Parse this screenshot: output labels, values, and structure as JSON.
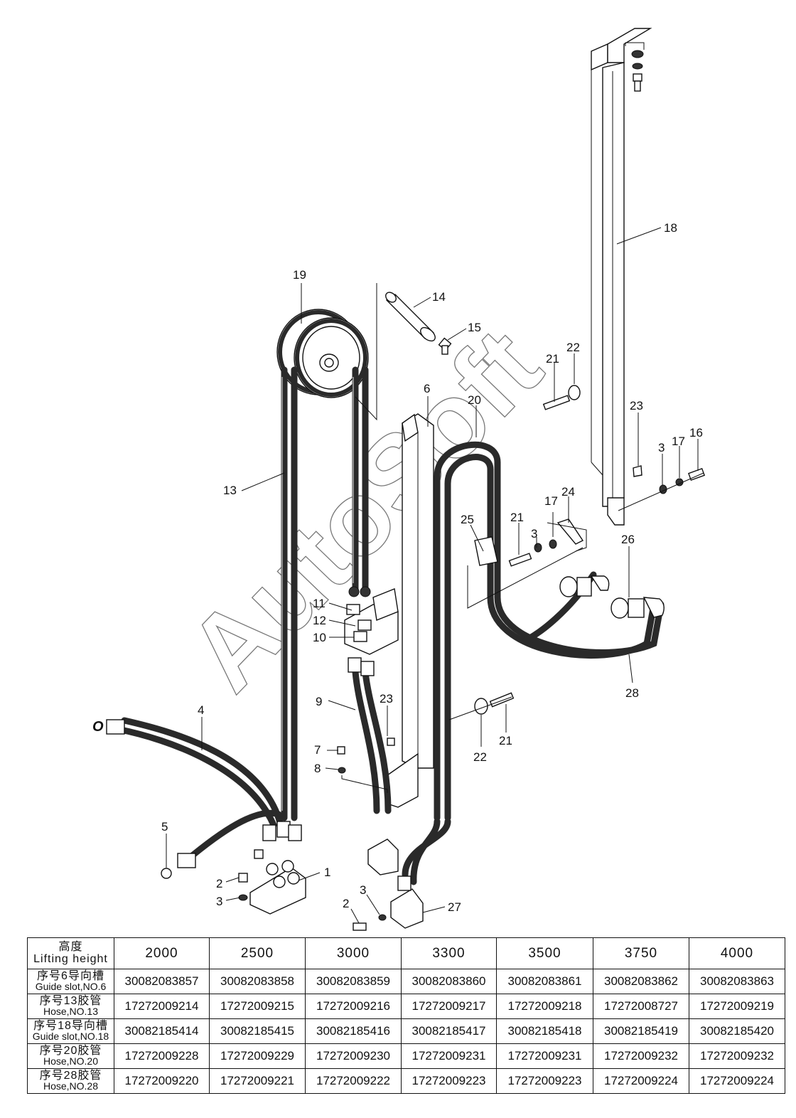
{
  "watermark": "AutoSoft",
  "callouts": [
    "1",
    "2",
    "2",
    "3",
    "3",
    "3",
    "3",
    "4",
    "5",
    "6",
    "7",
    "8",
    "9",
    "10",
    "11",
    "12",
    "13",
    "14",
    "15",
    "16",
    "17",
    "17",
    "18",
    "19",
    "20",
    "21",
    "21",
    "21",
    "22",
    "22",
    "23",
    "23",
    "24",
    "25",
    "26",
    "27",
    "28"
  ],
  "fitting_mark": "O",
  "table": {
    "header": {
      "label_cn": "高度",
      "label_en": "Lifting height",
      "heights": [
        "2000",
        "2500",
        "3000",
        "3300",
        "3500",
        "3750",
        "4000"
      ]
    },
    "rows": [
      {
        "label_cn": "序号6导向槽",
        "label_en": "Guide slot,NO.6",
        "values": [
          "30082083857",
          "30082083858",
          "30082083859",
          "30082083860",
          "30082083861",
          "30082083862",
          "30082083863"
        ]
      },
      {
        "label_cn": "序号13胶管",
        "label_en": "Hose,NO.13",
        "values": [
          "17272009214",
          "17272009215",
          "17272009216",
          "17272009217",
          "17272009218",
          "17272008727",
          "17272009219"
        ]
      },
      {
        "label_cn": "序号18导向槽",
        "label_en": "Guide slot,NO.18",
        "values": [
          "30082185414",
          "30082185415",
          "30082185416",
          "30082185417",
          "30082185418",
          "30082185419",
          "30082185420"
        ]
      },
      {
        "label_cn": "序号20胶管",
        "label_en": "Hose,NO.20",
        "values": [
          "17272009228",
          "17272009229",
          "17272009230",
          "17272009231",
          "17272009231",
          "17272009232",
          "17272009232"
        ]
      },
      {
        "label_cn": "序号28胶管",
        "label_en": "Hose,NO.28",
        "values": [
          "17272009220",
          "17272009221",
          "17272009222",
          "17272009223",
          "17272009223",
          "17272009224",
          "17272009224"
        ]
      }
    ]
  }
}
